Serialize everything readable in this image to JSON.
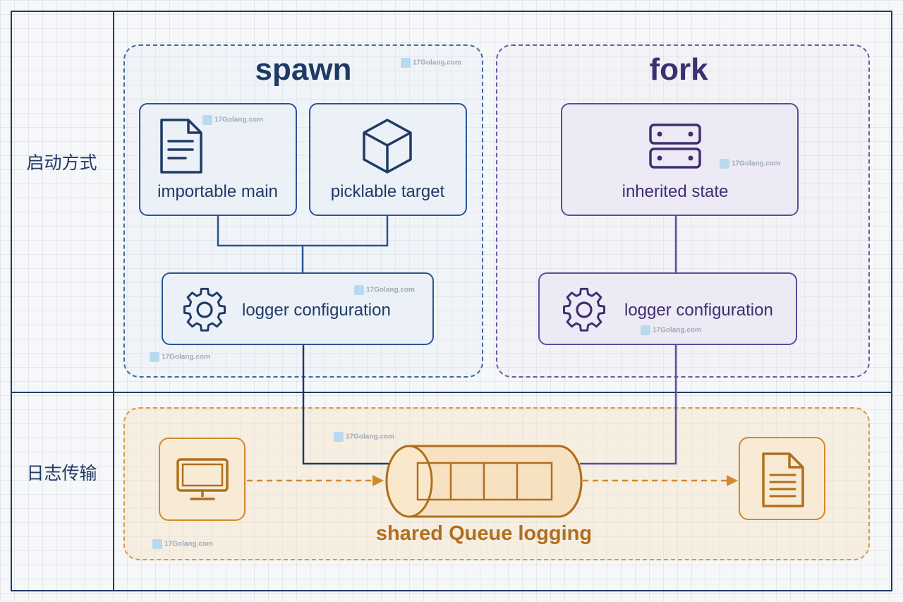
{
  "rows": {
    "startup_label": "启动方式",
    "logging_label": "日志传输"
  },
  "spawn": {
    "title": "spawn",
    "importable_main": "importable main",
    "picklable_target": "picklable target",
    "logger_config": "logger configuration"
  },
  "fork": {
    "title": "fork",
    "inherited_state": "inherited state",
    "logger_config": "logger configuration"
  },
  "logging": {
    "queue_label": "shared Queue logging"
  },
  "watermark": "17Golang.com",
  "icons": {
    "importable_main": "document-icon",
    "picklable_target": "cube-icon",
    "inherited_state": "server-icon",
    "logger_config": "gear-icon",
    "source": "monitor-icon",
    "queue": "queue-cylinder-icon",
    "sink": "file-icon"
  },
  "colors": {
    "spawn": "#2a5590",
    "fork": "#5d4b9c",
    "logging": "#d08a2e",
    "frame": "#1f3a66"
  }
}
